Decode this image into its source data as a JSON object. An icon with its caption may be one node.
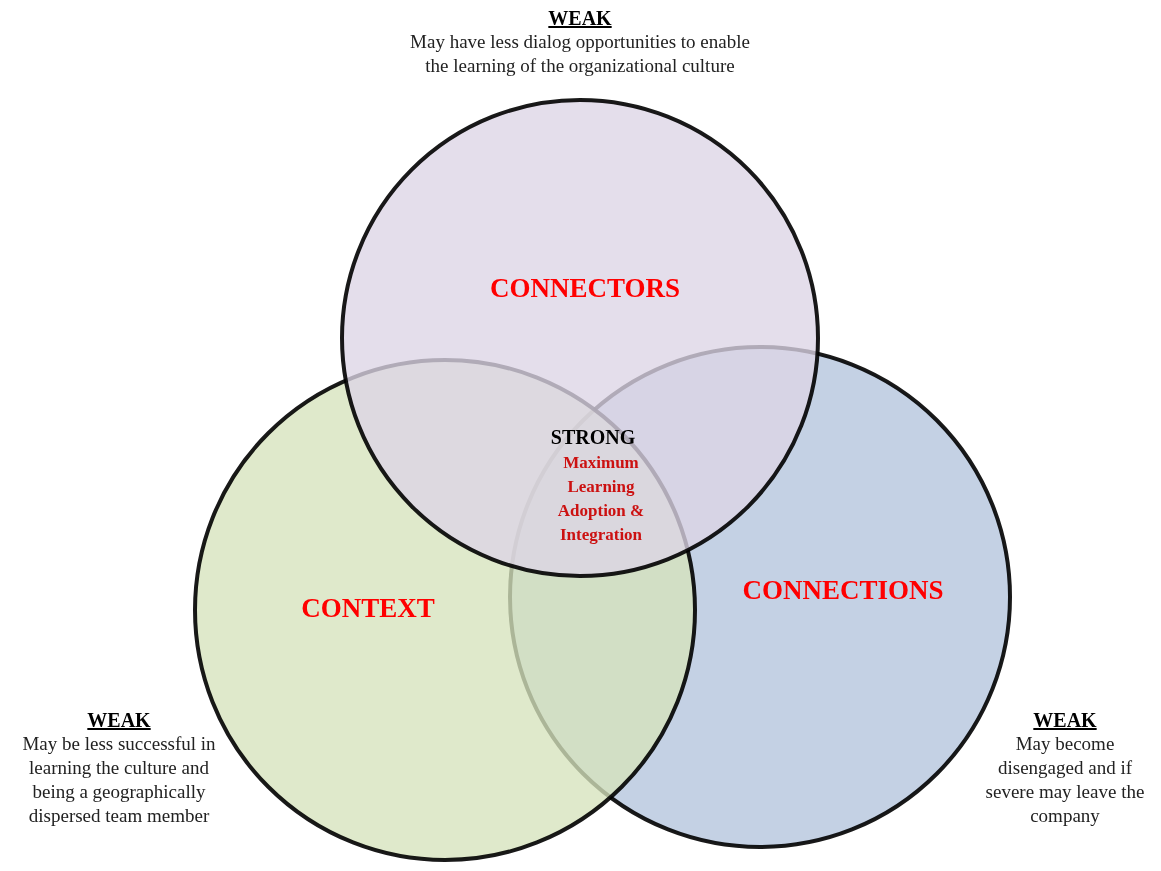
{
  "diagram": {
    "nodes": [
      {
        "text": [
          "CONNECTORS"
        ],
        "beside": [
          "WEAK",
          "May have less dialog opportunities to enable the learning of the organizational culture"
        ]
      },
      {
        "text": [
          "CONTEXT"
        ],
        "beside": [
          "WEAK",
          "May be less successful in learning the culture and being a geographically dispersed team member"
        ]
      },
      {
        "text": [
          "CONNECTIONS"
        ],
        "beside": [
          "WEAK",
          "May become disengaged and if severe may leave the company"
        ]
      }
    ],
    "labels": [
      "STRONG",
      "Maximum Learning Adoption & Integration"
    ]
  }
}
